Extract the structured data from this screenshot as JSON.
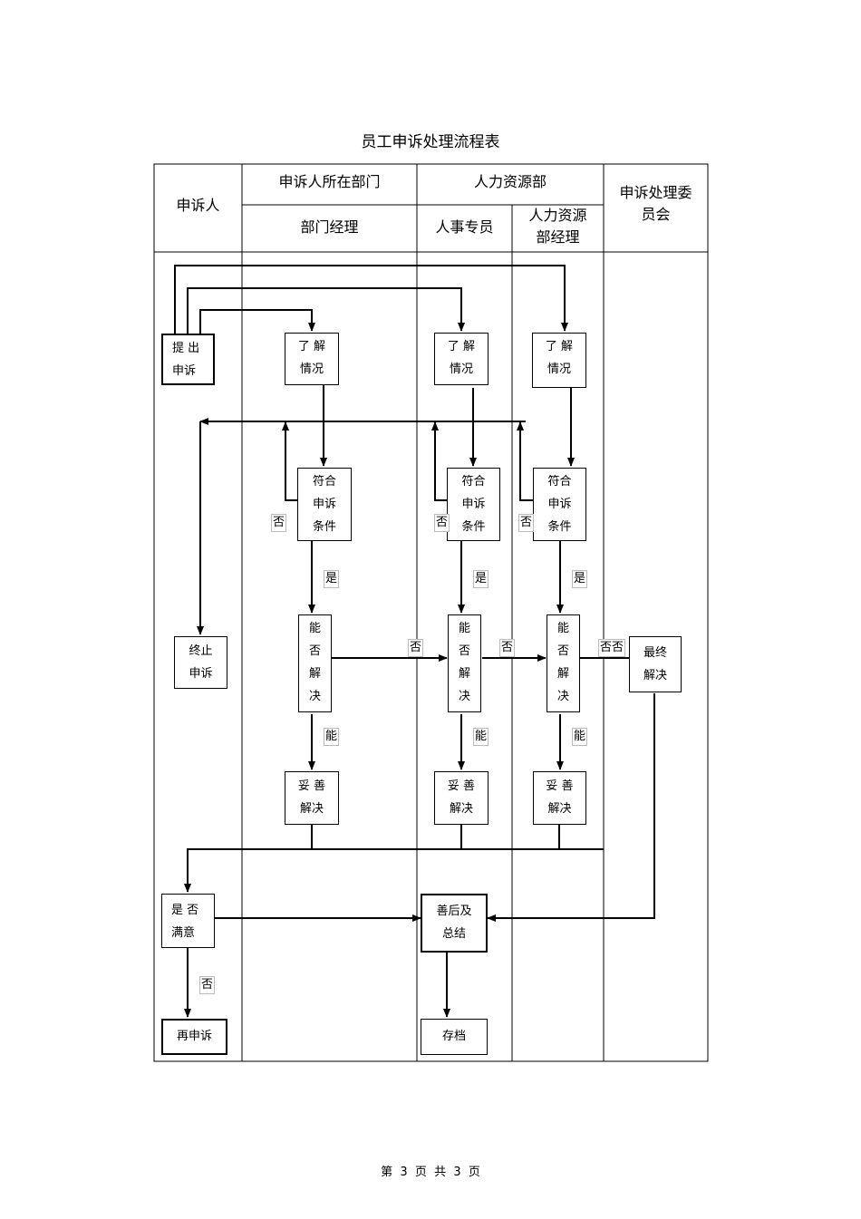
{
  "title": "员工申诉处理流程表",
  "headers": {
    "col1": "申诉人",
    "col2_top": "申诉人所在部门",
    "col2_sub": "部门经理",
    "col3_top": "人力资源部",
    "col3_sub_a": "人事专员",
    "col3_sub_b": [
      "人力资源",
      "部经理"
    ],
    "col4": [
      "申诉处理委",
      "员会"
    ]
  },
  "nodes": {
    "submit": [
      "提 出",
      "申诉"
    ],
    "understand": [
      "了 解",
      "情况"
    ],
    "eligible": [
      "符合",
      "申诉",
      "条件"
    ],
    "solvable": [
      "能",
      "否",
      "解",
      "决"
    ],
    "resolved": [
      "妥 善",
      "解决"
    ],
    "terminate": [
      "终止",
      "申诉"
    ],
    "final": [
      "最终",
      "解决"
    ],
    "satisfied": [
      "是 否",
      "满意"
    ],
    "reappeal": "再申诉",
    "aftercare": [
      "善后及",
      "总结"
    ],
    "archive": "存档"
  },
  "labels": {
    "no": "否",
    "yes": "是",
    "can": "能",
    "no_double": "否否"
  },
  "footer": "第  3  页  共  3  页"
}
